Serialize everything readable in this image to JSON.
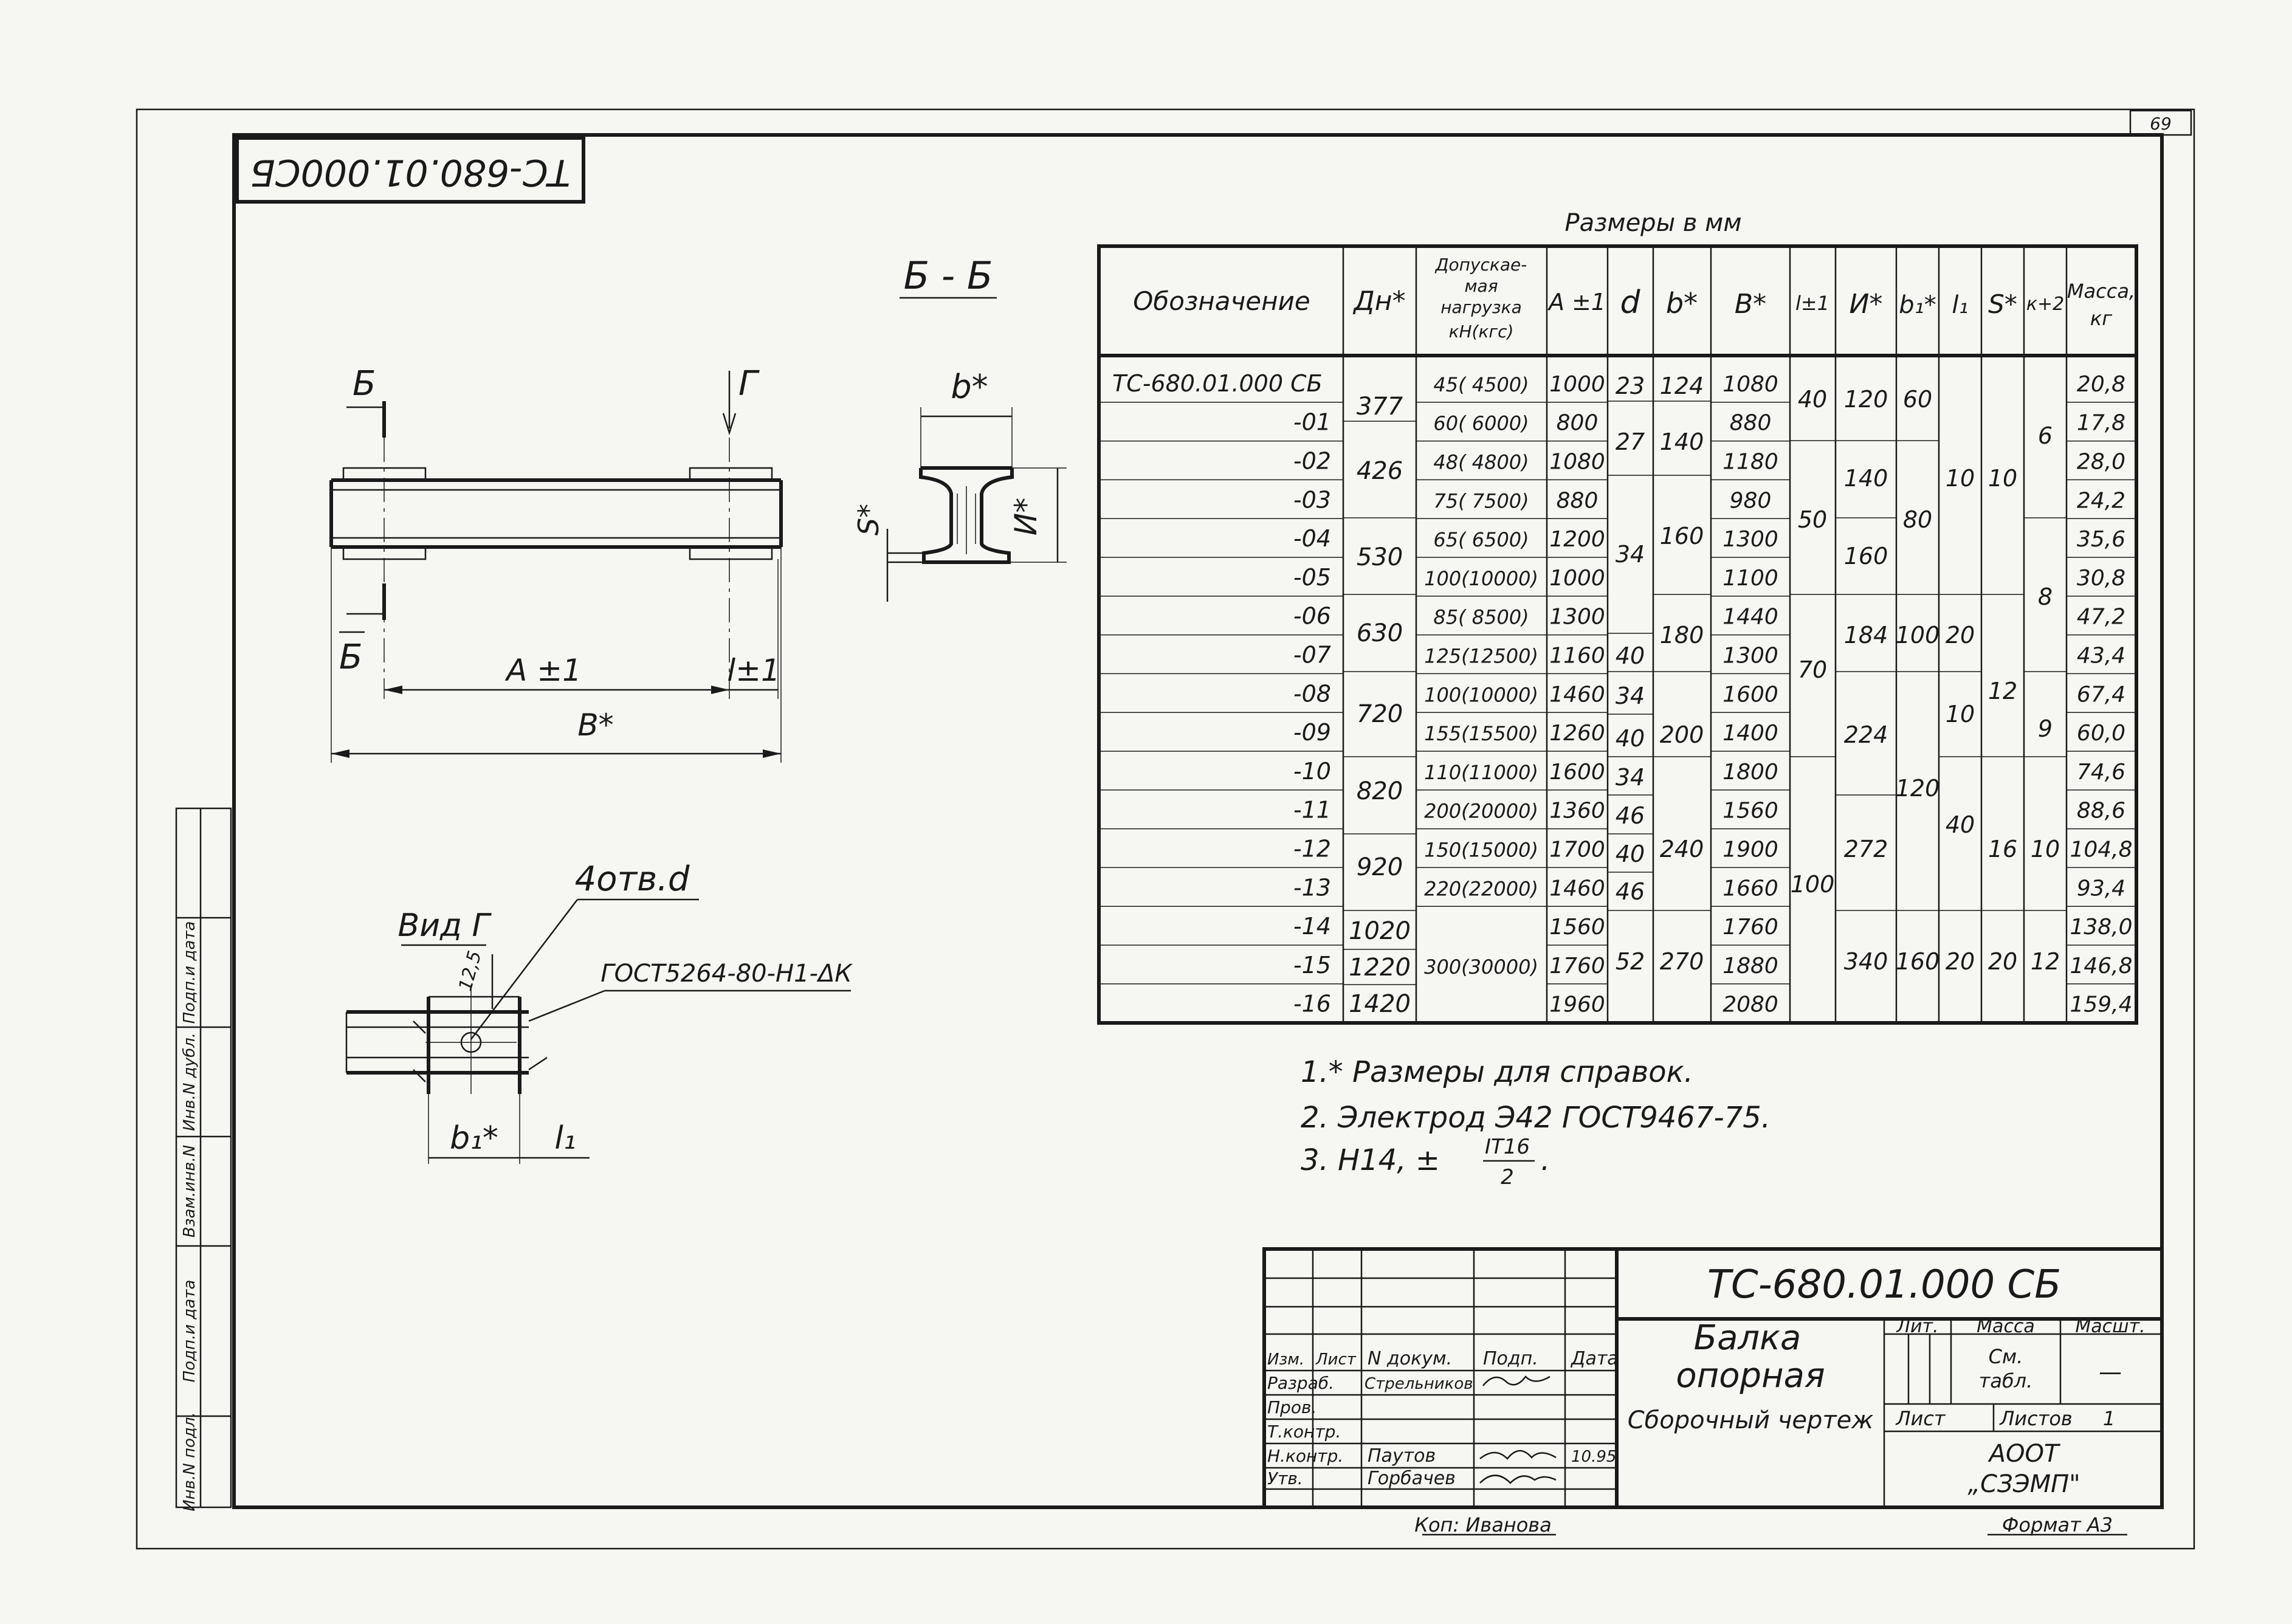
{
  "sheet": {
    "page_number": "69",
    "rotated_stamp": "ТС-680.01.000СБ",
    "copier": "Коп: Иванова",
    "format": "Формат А3"
  },
  "section_view": {
    "title": "Б - Б",
    "cut_mark_top": "Б",
    "cut_mark_bottom": "Б",
    "arrow_g": "Г",
    "dim_a": "А ±1",
    "dim_l": "l±1",
    "dim_b": "В*",
    "label_b_star": "b*",
    "label_s_star": "S*",
    "label_i_star": "И*"
  },
  "view_g": {
    "title": "Вид Г",
    "holes": "4отв.d",
    "size": "12,5",
    "weld": "ГОСТ5264-80-Н1-ΔК",
    "dim_b1": "b₁*",
    "dim_l1": "l₁"
  },
  "table": {
    "caption": "Размеры в мм",
    "headers": {
      "designation": "Обозначение",
      "dn": "Дн*",
      "load_1": "Допускае-",
      "load_2": "мая",
      "load_3": "нагрузка",
      "load_4": "кН(кгс)",
      "a": "А ±1",
      "d": "d",
      "b": "b*",
      "bb": "В*",
      "l": "l±1",
      "i": "И*",
      "b1": "b₁*",
      "l1": "l₁",
      "s": "S*",
      "k": "к+2",
      "mass_1": "Масса,",
      "mass_2": "кг"
    },
    "rows": [
      {
        "designation": "ТС-680.01.000 СБ",
        "load": "45( 4500)",
        "a": "1000",
        "bb": "1080",
        "mass": "20,8"
      },
      {
        "designation": "-01",
        "load": "60( 6000)",
        "a": "800",
        "bb": "880",
        "mass": "17,8"
      },
      {
        "designation": "-02",
        "load": "48( 4800)",
        "a": "1080",
        "bb": "1180",
        "mass": "28,0"
      },
      {
        "designation": "-03",
        "load": "75( 7500)",
        "a": "880",
        "bb": "980",
        "mass": "24,2"
      },
      {
        "designation": "-04",
        "load": "65( 6500)",
        "a": "1200",
        "bb": "1300",
        "mass": "35,6"
      },
      {
        "designation": "-05",
        "load": "100(10000)",
        "a": "1000",
        "bb": "1100",
        "mass": "30,8"
      },
      {
        "designation": "-06",
        "load": "85( 8500)",
        "a": "1300",
        "bb": "1440",
        "mass": "47,2"
      },
      {
        "designation": "-07",
        "load": "125(12500)",
        "a": "1160",
        "bb": "1300",
        "mass": "43,4"
      },
      {
        "designation": "-08",
        "load": "100(10000)",
        "a": "1460",
        "bb": "1600",
        "mass": "67,4"
      },
      {
        "designation": "-09",
        "load": "155(15500)",
        "a": "1260",
        "bb": "1400",
        "mass": "60,0"
      },
      {
        "designation": "-10",
        "load": "110(11000)",
        "a": "1600",
        "bb": "1800",
        "mass": "74,6"
      },
      {
        "designation": "-11",
        "load": "200(20000)",
        "a": "1360",
        "bb": "1560",
        "mass": "88,6"
      },
      {
        "designation": "-12",
        "load": "150(15000)",
        "a": "1700",
        "bb": "1900",
        "mass": "104,8"
      },
      {
        "designation": "-13",
        "load": "220(22000)",
        "a": "1460",
        "bb": "1660",
        "mass": "93,4"
      },
      {
        "designation": "-14",
        "load": "",
        "a": "1560",
        "bb": "1760",
        "mass": "138,0"
      },
      {
        "designation": "-15",
        "load": "",
        "a": "1760",
        "bb": "1880",
        "mass": "146,8"
      },
      {
        "designation": "-16",
        "load": "",
        "a": "1960",
        "bb": "2080",
        "mass": "159,4"
      }
    ],
    "merged": {
      "dn": [
        "377",
        "426",
        "530",
        "630",
        "720",
        "820",
        "920",
        "1020",
        "1220",
        "1420"
      ],
      "load_14_16": "300(30000)",
      "d": [
        "23",
        "27",
        "34",
        "40",
        "34",
        "40",
        "34",
        "46",
        "40",
        "46",
        "52"
      ],
      "b": [
        "124",
        "140",
        "160",
        "180",
        "200",
        "240",
        "270"
      ],
      "l": [
        "40",
        "50",
        "70",
        "100"
      ],
      "i": [
        "120",
        "140",
        "160",
        "184",
        "224",
        "272",
        "340"
      ],
      "b1": [
        "60",
        "80",
        "100",
        "120",
        "160"
      ],
      "l1": [
        "10",
        "20",
        "10",
        "40",
        "20"
      ],
      "s": [
        "10",
        "12",
        "16",
        "20"
      ],
      "k": [
        "6",
        "8",
        "9",
        "10",
        "12"
      ]
    }
  },
  "notes": {
    "n1": "1.* Размеры для справок.",
    "n2": "2. Электрод Э42 ГОСТ9467-75.",
    "n3_prefix": "3. Н14, ±",
    "n3_num": "IТ16",
    "n3_den": "2",
    "n3_suffix": "."
  },
  "title_block": {
    "doc_number": "ТС-680.01.000 СБ",
    "name_1": "Балка",
    "name_2": "опорная",
    "doc_type": "Сборочный чертеж",
    "h_izm": "Изм.",
    "h_list": "Лист",
    "h_ndoc": "N докум.",
    "h_podp": "Подп.",
    "h_data": "Дата",
    "r_razrab": "Разраб.",
    "r_razrab_name": "Стрельников",
    "r_prov": "Пров.",
    "r_tkontr": "Т.контр.",
    "r_nkontr": "Н.контр.",
    "r_nkontr_name": "Паутов",
    "r_nkontr_date": "10.95",
    "r_utv": "Утв.",
    "r_utv_name": "Горбачев",
    "lit": "Лит.",
    "massa": "Масса",
    "masht": "Масшт.",
    "massa_val_1": "См.",
    "massa_val_2": "табл.",
    "masht_val": "—",
    "list": "Лист",
    "listov": "Листов",
    "listov_val": "1",
    "org_1": "АООТ",
    "org_2": "„СЗЭМП\""
  },
  "side_stamp": {
    "inv_podl": "Инв.N подл.",
    "podp_data_1": "Подп.и дата",
    "vzam_inv": "Взам.инв.N",
    "inv_dubl": "Инв.N дубл.",
    "podp_data_2": "Подп.и дата"
  }
}
